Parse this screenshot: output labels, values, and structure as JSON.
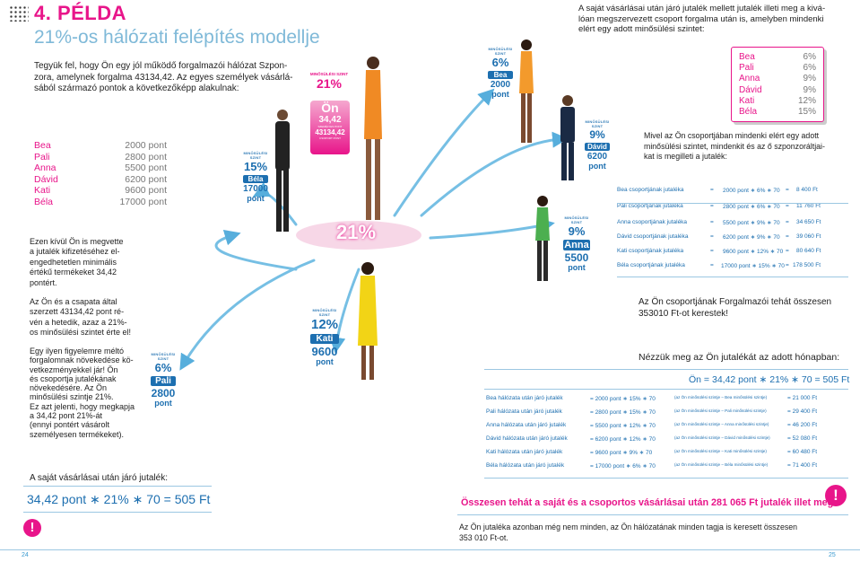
{
  "header": {
    "title": "4. PÉLDA",
    "subtitle": "21%-os hálózati felépítés modellje"
  },
  "intro": {
    "line1": "Tegyük fel, hogy Ön egy jól működő forgalmazói hálózat Szpon-",
    "line2": "zora, amelynek forgalma 43134,42. Az egyes személyek vásárlá-",
    "line3": "sából származó pontok a következőképp alakulnak:"
  },
  "points_list": [
    {
      "name": "Bea",
      "value": "2000 pont"
    },
    {
      "name": "Pali",
      "value": "2800 pont"
    },
    {
      "name": "Anna",
      "value": "5500 pont"
    },
    {
      "name": "Dávid",
      "value": "6200 pont"
    },
    {
      "name": "Kati",
      "value": "9600 pont"
    },
    {
      "name": "Béla",
      "value": "17000 pont"
    }
  ],
  "left_paras": {
    "p1": [
      "Ezen kívül Ön is megvette",
      "a jutalék kifizetéséhez el-",
      "engedhetetlen minimális",
      "értékű termékeket 34,42",
      "pontért."
    ],
    "p2": [
      "Az Ön és a csapata által",
      "szerzett 43134,42 pont ré-",
      "vén a hetedik, azaz a 21%-",
      "os minősülési szintet érte el!"
    ],
    "p3": [
      "Egy ilyen figyelemre méltó",
      "forgalomnak növekedése kö-",
      "vetkezményekkel jár! Ön",
      "és csoportja jutalékának",
      "növekedésére. Az Ön",
      "minősülési szintje 21%.",
      "Ez azt jelenti, hogy megkapja",
      "a 34,42 pont 21%-át",
      "(ennyi pontért vásárolt",
      "személyesen termékeket)."
    ],
    "own_label": "A saját vásárlásai után járó jutalék:",
    "own_formula": "34,42 pont ∗ 21% ∗ 70 = 505 Ft"
  },
  "nodes": {
    "level_label": "MINŐSÜLÉSI SZINT",
    "center": {
      "pct": "21%",
      "name": "Ön",
      "pts": "34,42",
      "sub1": "SZEMÉLYES PONT",
      "total": "43134,42",
      "sub2": "CSOPORT PONT"
    },
    "bela": {
      "pct": "15%",
      "name": "Béla",
      "pts": "17000",
      "unit": "pont"
    },
    "bea": {
      "pct": "6%",
      "name": "Bea",
      "pts": "2000",
      "unit": "pont"
    },
    "david": {
      "pct": "9%",
      "name": "Dávid",
      "pts": "6200",
      "unit": "pont"
    },
    "anna": {
      "pct": "9%",
      "name": "Anna",
      "pts": "5500",
      "unit": "pont"
    },
    "kati": {
      "pct": "12%",
      "name": "Kati",
      "pts": "9600",
      "unit": "pont"
    },
    "pali": {
      "pct": "6%",
      "name": "Pali",
      "pts": "2800",
      "unit": "pont"
    },
    "big_pct": "21%"
  },
  "right_intro": [
    "A saját vásárlásai után járó jutalék mellett jutalék illeti meg a kivá-",
    "lóan megszervezett csoport forgalma után is, amelyben mindenki",
    "elért egy adott minősülési szintet:"
  ],
  "pct_list": [
    {
      "name": "Bea",
      "pct": "6%"
    },
    {
      "name": "Pali",
      "pct": "6%"
    },
    {
      "name": "Anna",
      "pct": "9%"
    },
    {
      "name": "Dávid",
      "pct": "9%"
    },
    {
      "name": "Kati",
      "pct": "12%"
    },
    {
      "name": "Béla",
      "pct": "15%"
    }
  ],
  "right_mid": [
    "Mivel az Ön csoportjában mindenki elért egy adott",
    "minősülési szintet, mindenkit és az ő szponzoráltjai-",
    "kat is megilleti a jutalék:"
  ],
  "group_rows": [
    {
      "label": "Bea csoportjának jutaléka",
      "eq1": "=",
      "formula": "2000 pont ∗ 6% ∗ 70",
      "eq2": "=",
      "result": "8 400 Ft"
    },
    {
      "label": "Pali csoportjának jutaléka",
      "eq1": "=",
      "formula": "2800 pont ∗ 6% ∗ 70",
      "eq2": "=",
      "result": "11 760 Ft"
    },
    {
      "label": "Anna csoportjának jutaléka",
      "eq1": "=",
      "formula": "5500 pont ∗ 9% ∗ 70",
      "eq2": "=",
      "result": "34 650 Ft"
    },
    {
      "label": "Dávid csoportjának jutaléka",
      "eq1": "=",
      "formula": "6200 pont ∗ 9% ∗ 70",
      "eq2": "=",
      "result": "39 060 Ft"
    },
    {
      "label": "Kati csoportjának jutaléka",
      "eq1": "=",
      "formula": "9600 pont ∗ 12% ∗ 70",
      "eq2": "=",
      "result": "80 640 Ft"
    },
    {
      "label": "Béla csoportjának jutaléka",
      "eq1": "=",
      "formula": "17000 pont ∗ 15% ∗ 70",
      "eq2": "=",
      "result": "178 500 Ft"
    }
  ],
  "group_total": [
    "Az Ön csoportjának Forgalmazói tehát összesen",
    "353010 Ft-ot kerestek!"
  ],
  "month_heading": "Nézzük meg az Ön jutalékát az adott hónapban:",
  "own_calc": "Ön = 34,42 pont ∗ 21% ∗ 70 = 505 Ft",
  "network_rows": [
    {
      "label": "Bea hálózata után járó jutalék",
      "formula": "= 2000 pont ∗ 15% ∗ 70",
      "note": "(az Ön minősülési szintje – Bea minősülési szintje)",
      "result": "= 21 000 Ft"
    },
    {
      "label": "Pali hálózata után járó jutalék",
      "formula": "= 2800 pont ∗ 15% ∗ 70",
      "note": "(az Ön minősülési szintje – Pali minősülési szintje)",
      "result": "= 29 400 Ft"
    },
    {
      "label": "Anna hálózata után járó jutalék",
      "formula": "= 5500 pont ∗ 12% ∗ 70",
      "note": "(az Ön minősülési szintje – Anna minősülési szintje)",
      "result": "= 46 200 Ft"
    },
    {
      "label": "Dávid hálózata után járó jutalék",
      "formula": "= 6200 pont ∗ 12% ∗ 70",
      "note": "(az Ön minősülési szintje – Dávid minősülési szintje)",
      "result": "= 52 080 Ft"
    },
    {
      "label": "Kati hálózata után járó jutalék",
      "formula": "= 9600 pont ∗ 9% ∗ 70",
      "note": "(az Ön minősülési szintje – Kati minősülési szintje)",
      "result": "= 60 480 Ft"
    },
    {
      "label": "Béla hálózata után járó jutalék",
      "formula": "= 17000 pont ∗ 6% ∗ 70",
      "note": "(az Ön minősülési szintje – Béla minősülési szintje)",
      "result": "= 71 400 Ft"
    }
  ],
  "grand_total": "Összesen tehát a saját és a csoportos vásárlásai után 281 065 Ft jutalék illet meg!",
  "closing": [
    "Az Ön jutaléka azonban még nem minden, az Ön hálózatának minden tagja is keresett összesen",
    "353 010 Ft-ot."
  ],
  "footer": {
    "left_page": "24",
    "right_page": "25"
  },
  "colors": {
    "pink": "#e8158a",
    "blue": "#1d6fb0",
    "light_blue": "#7fb9d8"
  }
}
